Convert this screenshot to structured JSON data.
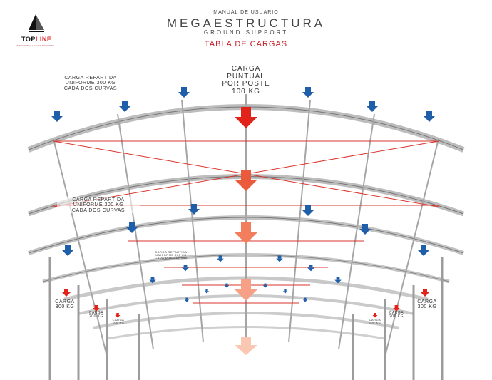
{
  "brand": {
    "logo_text_1": "TOP",
    "logo_text_2": "LINE",
    "tagline": "STRUCTURE ALL-IN-ONE SOLUTIONS"
  },
  "header": {
    "manual_label": "MANUAL DE USUARIO",
    "title": "MEGAESTRUCTURA",
    "subtitle": "GROUND SUPPORT",
    "table_title": "TABLA DE CARGAS"
  },
  "labels": {
    "uniform_top": [
      "CARGA REPARTIDA",
      "UNIFORME 300 KG",
      "CADA DOS CURVAS"
    ],
    "point_load": [
      "CARGA",
      "PUNTUAL",
      "POR POSTE",
      "100 KG"
    ],
    "uniform_mid": [
      "CARGA REPARTIDA",
      "UNIFORME 300 KG",
      "CADA DOS CURVAS"
    ],
    "uniform_small": [
      "CARGA REPARTIDA",
      "UNIFORME 300 KG",
      "CADA DOS CURVAS"
    ],
    "left_outer": [
      "CARGA",
      "300 KG"
    ],
    "right_outer": [
      "CARGA",
      "300 KG"
    ],
    "left_mid": [
      "CARGA",
      "200 KG"
    ],
    "right_mid": [
      "CARGA",
      "200 KG"
    ],
    "left_inner": [
      "CARGA",
      "100 KG"
    ],
    "right_inner": [
      "CARGA",
      "100 KG"
    ]
  },
  "colors": {
    "blue_arrow": "#1f5ea8",
    "red_arrow": "#e2231a",
    "red_line": "#d9342b",
    "truss": "#8a8a8a",
    "title_red": "#c8202b"
  }
}
